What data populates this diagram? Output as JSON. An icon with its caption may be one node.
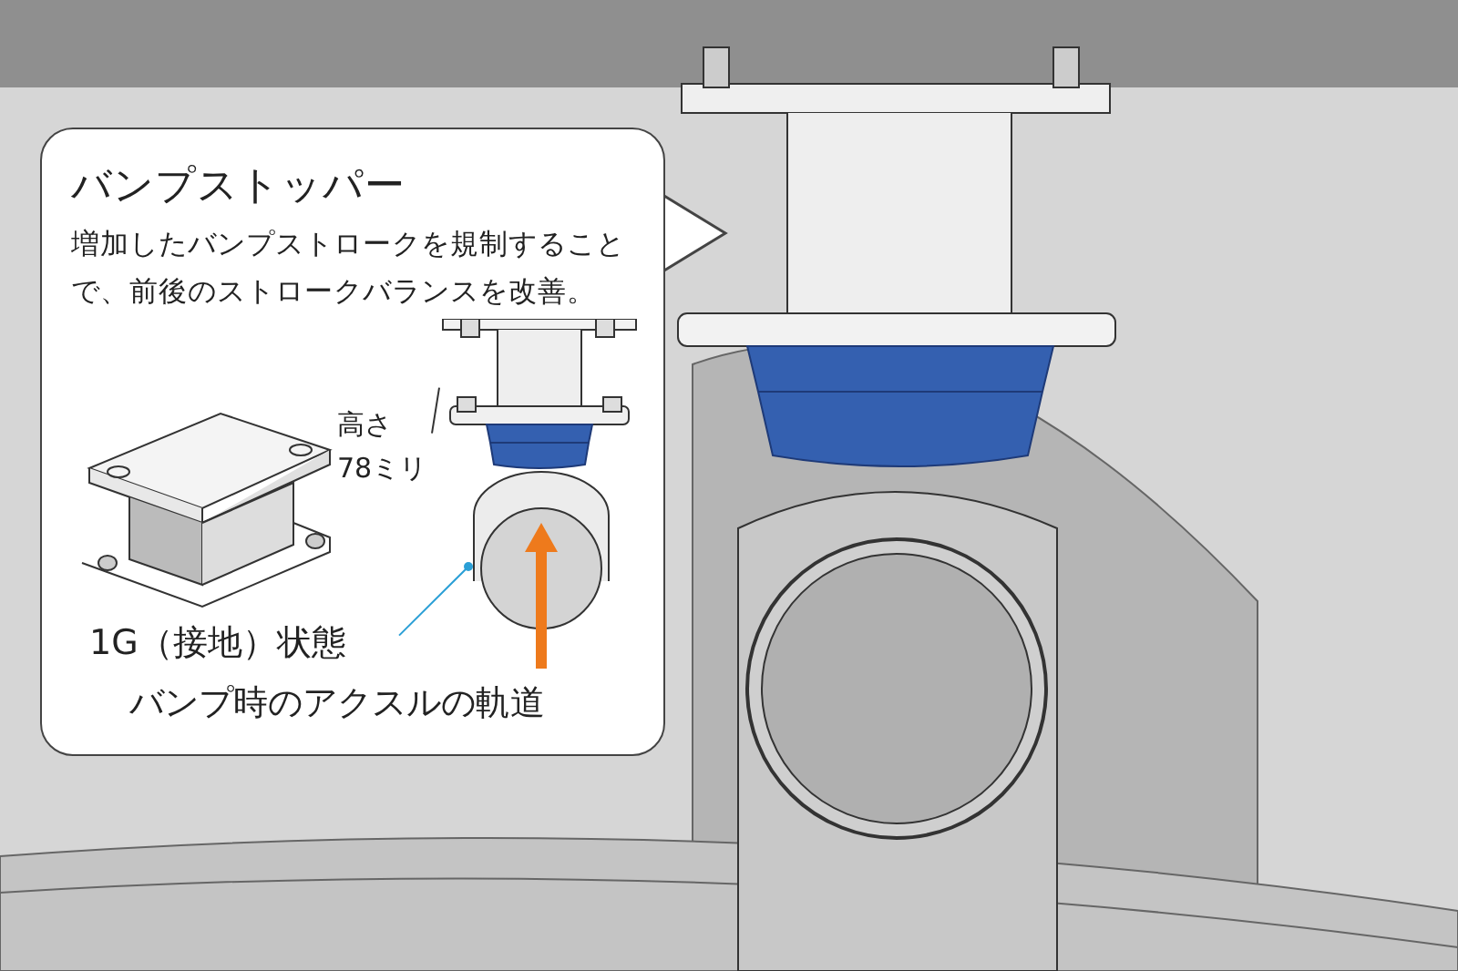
{
  "diagram": {
    "nodes": [
      {
        "text": [
          "バンプストッパー",
          "増加したバンプストロークを規制することで、前後のストロークバランスを改善。"
        ]
      },
      {
        "text": [
          "高さ 78ミリ"
        ],
        "in": 0
      },
      {
        "text": [],
        "shape": "picture",
        "in": 0
      },
      {
        "text": [
          "1G（接地）状態"
        ],
        "in": 0
      },
      {
        "text": [],
        "shape": "picture",
        "in": 0
      }
    ],
    "edges": [
      {
        "from": 1,
        "to": 2,
        "arrow": "none"
      },
      {
        "from": 3,
        "to": 4,
        "arrow": "other",
        "color": "#2a9fd6"
      }
    ],
    "labels": [
      "バンプ時のアクスルの軌道"
    ]
  }
}
